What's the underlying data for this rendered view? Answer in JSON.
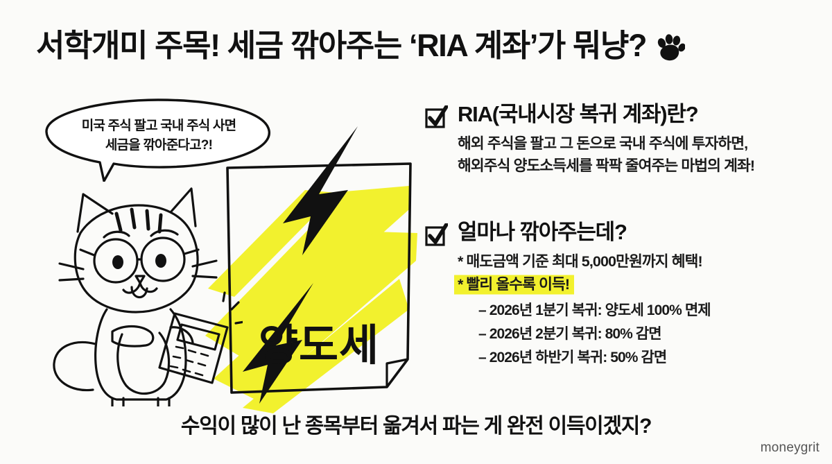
{
  "page": {
    "background_color": "#fbfbf9",
    "accent_highlight_color": "#f2f12e",
    "text_color": "#111111"
  },
  "header": {
    "title": "서학개미 주목! 세금 깎아주는 ‘RIA 계좌’가 뭐냥?",
    "paw_icon_name": "paw-print-icon"
  },
  "illustration": {
    "speech_bubble": {
      "line1": "미국 주식 팔고 국내 주식 사면",
      "line2": "세금을 깎아준다고?!"
    },
    "character": {
      "name": "cat-with-calculator",
      "description": "안경 쓴 고양이가 계산기를 들고 있음"
    },
    "paper": {
      "word": "양도세",
      "lightning_count": 2,
      "highlight_color": "#f2f12e"
    }
  },
  "sections": [
    {
      "check_icon": "checkbox-checked-icon",
      "title": "RIA(국내시장 복귀 계좌)란?",
      "body": [
        "해외 주식을 팔고 그 돈으로 국내 주식에 투자하면,",
        "해외주식 양도소득세를 팍팍 줄여주는 마법의 계좌!"
      ],
      "bullets": [],
      "sub_items": []
    },
    {
      "check_icon": "checkbox-checked-icon",
      "title": "얼마나 깎아주는데?",
      "body": [],
      "bullets": [
        {
          "text": "* 매도금액 기준 최대 5,000만원까지 혜택!",
          "highlighted": false
        },
        {
          "text": "* 빨리 올수록 이득!",
          "highlighted": true
        }
      ],
      "sub_items": [
        "– 2026년 1분기 복귀: 양도세 100% 면제",
        "– 2026년 2분기 복귀: 80% 감면",
        "– 2026년 하반기 복귀: 50% 감면"
      ]
    }
  ],
  "footer": {
    "caption": "수익이 많이 난 종목부터 옮겨서 파는 게 완전 이득이겠지?",
    "watermark": "moneygrit"
  }
}
